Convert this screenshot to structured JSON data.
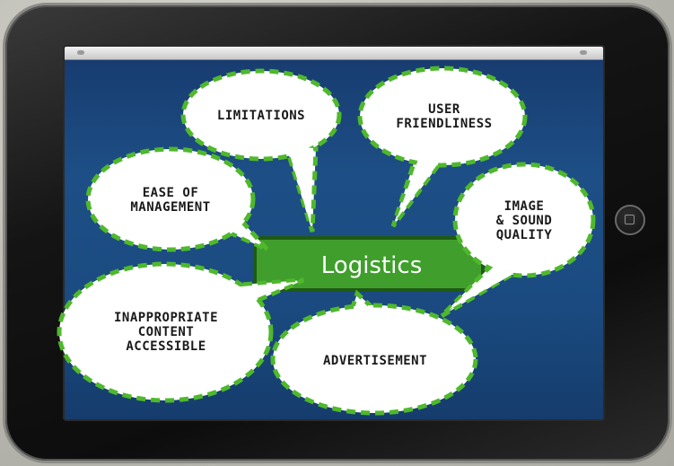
{
  "diagram": {
    "center": {
      "label": "Logistics"
    },
    "bubbles": [
      {
        "id": "limitations",
        "text": "LIMITATIONS"
      },
      {
        "id": "user-friendliness",
        "text": "USER\nFRIENDLINESS"
      },
      {
        "id": "ease-of-management",
        "text": "EASE OF\nMANAGEMENT"
      },
      {
        "id": "image-sound-quality",
        "text": "IMAGE\n& SOUND\nQUALITY"
      },
      {
        "id": "inappropriate-content",
        "text": "INAPPROPRIATE\nCONTENT\nACCESSIBLE"
      },
      {
        "id": "advertisement",
        "text": "ADVERTISEMENT"
      }
    ],
    "colors": {
      "bubble_fill": "#ffffff",
      "bubble_border": "#4fb82b",
      "center_fill": "#3f9e2c",
      "center_border": "#1f5a14",
      "screen_background": "#1d4f86"
    }
  }
}
